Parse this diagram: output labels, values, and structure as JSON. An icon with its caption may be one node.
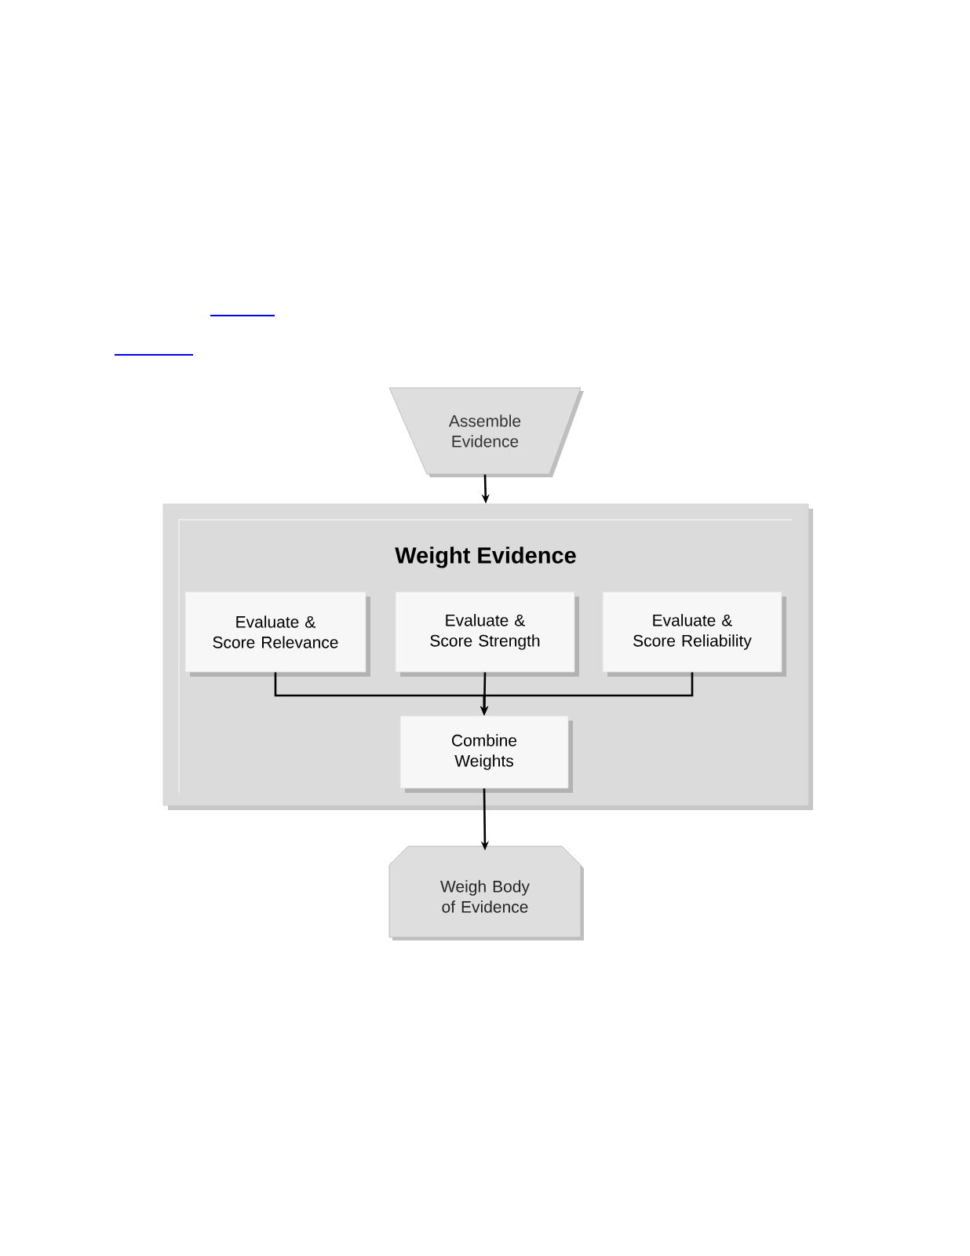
{
  "diagram": {
    "nodes": [
      {
        "text": [
          "Assemble Evidence"
        ]
      },
      {
        "text": [
          "Weight Evidence"
        ]
      },
      {
        "text": [
          "Evaluate & Score Relevance"
        ],
        "in": 1
      },
      {
        "text": [
          "Evaluate & Score Strength"
        ],
        "in": 1
      },
      {
        "text": [
          "Evaluate & Score Reliability"
        ],
        "in": 1
      },
      {
        "text": [
          "Combine Weights"
        ],
        "in": 1
      },
      {
        "text": [
          "Weigh Body of Evidence"
        ]
      }
    ],
    "edges": [
      {
        "from": 0,
        "to": 1,
        "arrow": "to"
      },
      {
        "from": 2,
        "to": 5,
        "arrow": "to"
      },
      {
        "from": 3,
        "to": 5,
        "arrow": "to"
      },
      {
        "from": 4,
        "to": 5,
        "arrow": "to"
      },
      {
        "from": 5,
        "to": 6,
        "arrow": "to"
      }
    ]
  }
}
